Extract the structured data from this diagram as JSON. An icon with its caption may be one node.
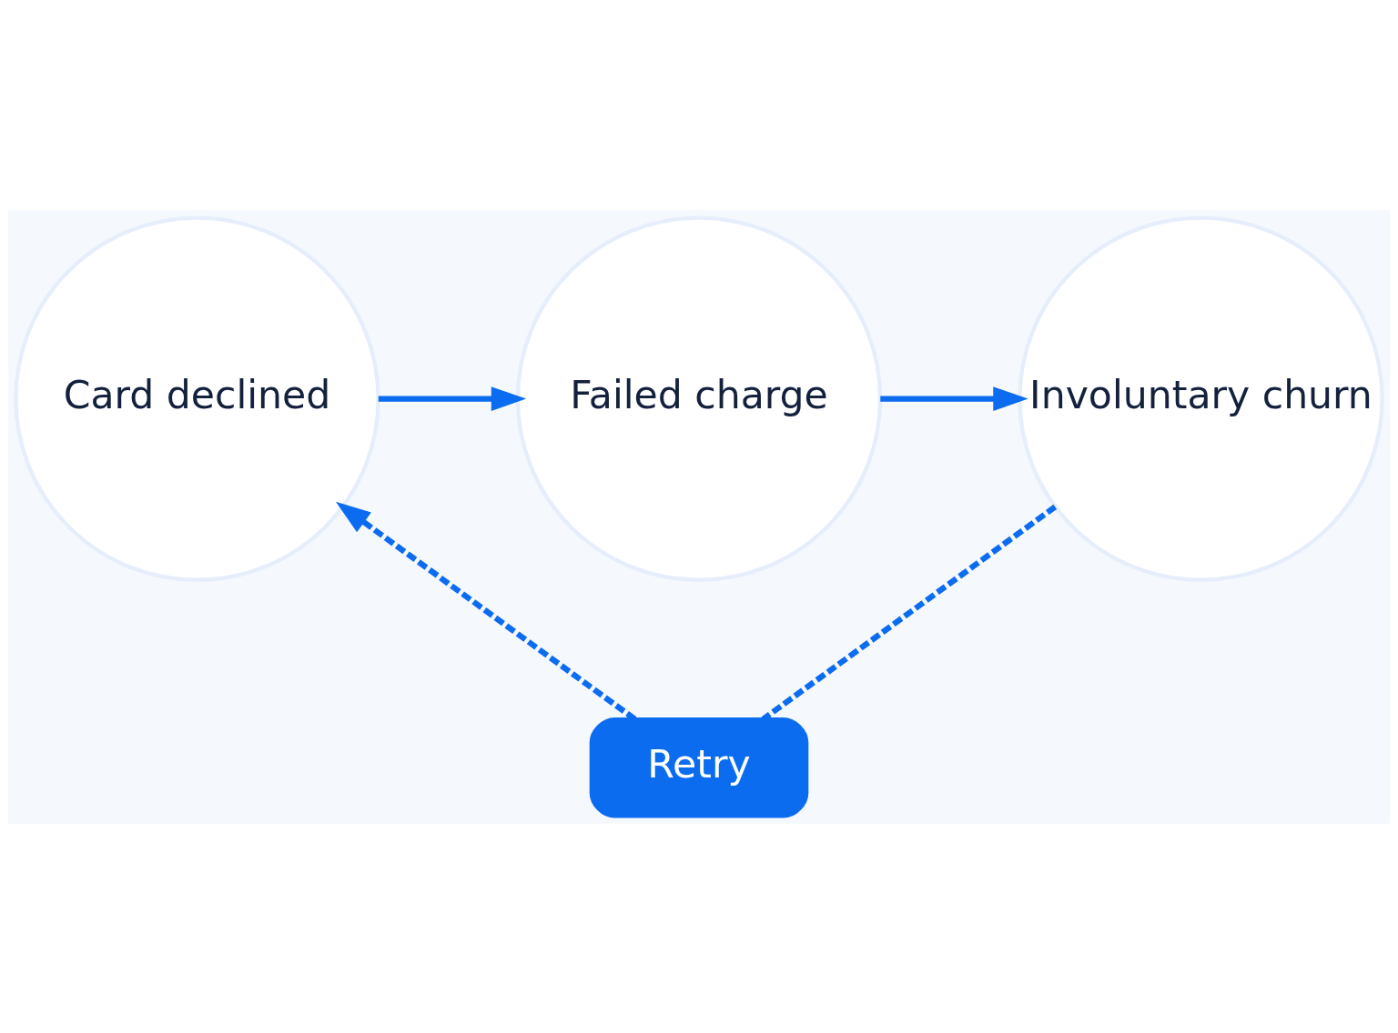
{
  "diagram": {
    "nodes": [
      {
        "text": [
          "Card declined"
        ]
      },
      {
        "text": [
          "Failed charge"
        ]
      },
      {
        "text": [
          "Involuntary churn"
        ]
      },
      {
        "text": [
          "Retry"
        ]
      }
    ],
    "edges": [
      {
        "from": 0,
        "to": 1,
        "arrow": "to"
      },
      {
        "from": 1,
        "to": 2,
        "arrow": "to"
      },
      {
        "from": 2,
        "to": 3,
        "arrow": "none",
        "style": "dashed"
      },
      {
        "from": 3,
        "to": 0,
        "arrow": "to",
        "style": "dashed"
      }
    ]
  }
}
